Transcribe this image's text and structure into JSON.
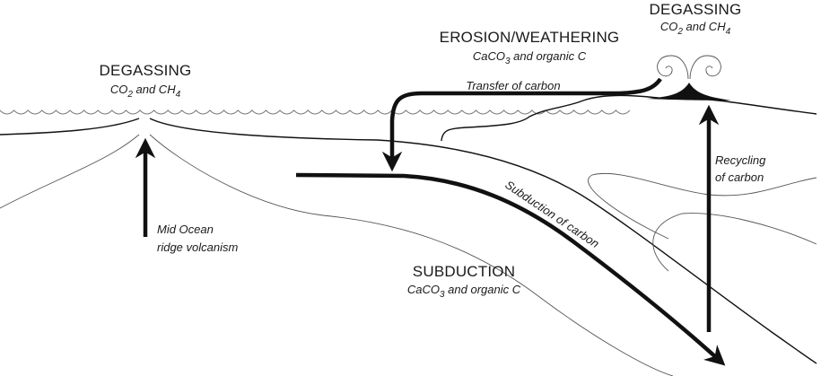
{
  "labels": {
    "degassing_left": {
      "title": "DEGASSING",
      "gases": [
        {
          "t": "CO",
          "s": "2"
        },
        {
          "t": " and CH",
          "s": "4"
        }
      ]
    },
    "degassing_right": {
      "title": "DEGASSING",
      "gases": [
        {
          "t": "CO",
          "s": "2"
        },
        {
          "t": " and CH",
          "s": "4"
        }
      ]
    },
    "erosion": {
      "title": "EROSION/WEATHERING",
      "materials": [
        {
          "t": "CaCO",
          "s": "3"
        },
        {
          "t": " and organic C",
          "s": ""
        }
      ]
    },
    "subduction": {
      "title": "SUBDUCTION",
      "materials": [
        {
          "t": "CaCO",
          "s": "3"
        },
        {
          "t": " and organic C",
          "s": ""
        }
      ]
    },
    "transfer": "Transfer of carbon",
    "subduction_of_carbon": "Subduction of carbon",
    "recycling_line1": "Recycling",
    "recycling_line2": "of carbon",
    "mor_line1": "Mid Ocean",
    "mor_line2": "ridge volcanism"
  },
  "colors": {
    "ink": "#111111",
    "thin_line": "#555555",
    "wave": "#777777",
    "background": "#ffffff"
  }
}
